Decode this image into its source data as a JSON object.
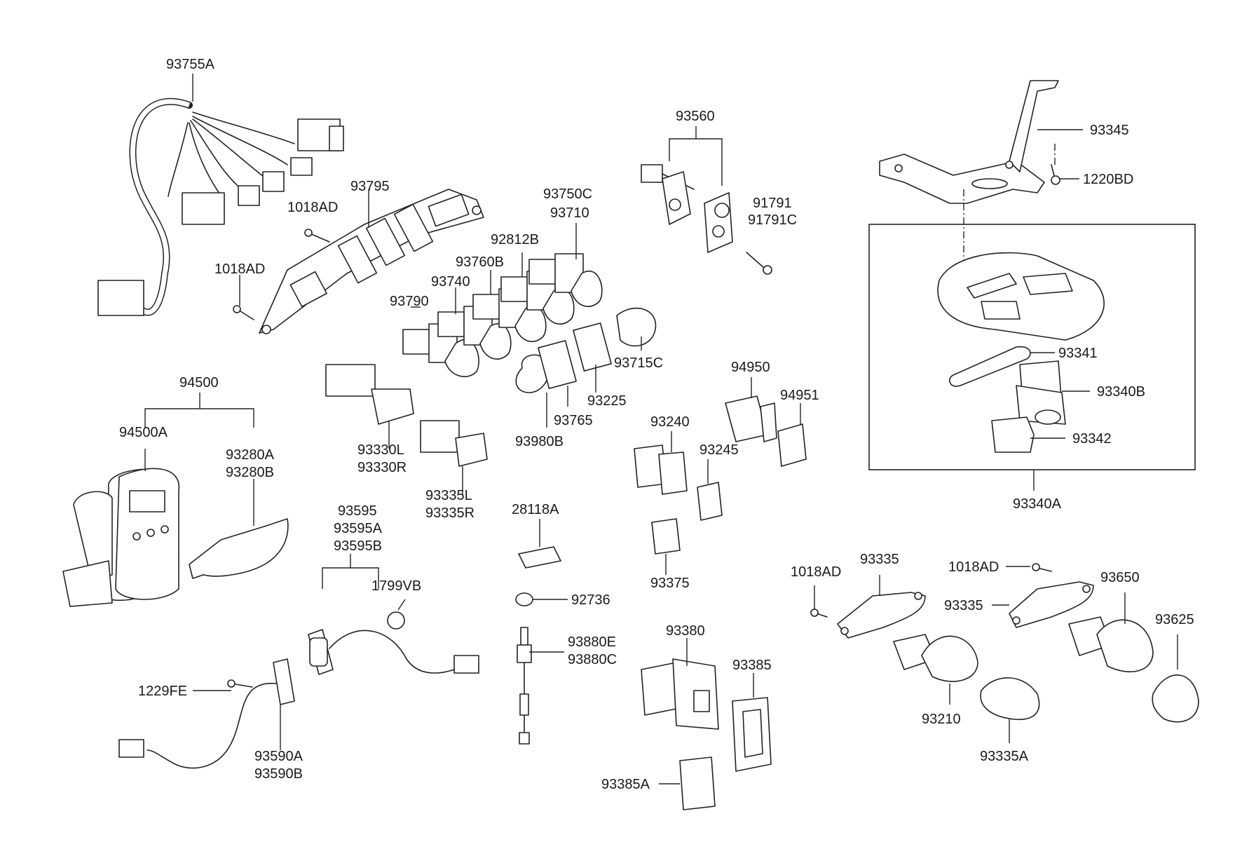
{
  "diagram": {
    "labels": {
      "l93755A": "93755A",
      "l93795": "93795",
      "l1018AD_1": "1018AD",
      "l1018AD_2": "1018AD",
      "l93750C": "93750C",
      "l93710": "93710",
      "l92812B": "92812B",
      "l93760B": "93760B",
      "l93740": "93740",
      "l93790": "93790",
      "l93715C": "93715C",
      "l93225": "93225",
      "l93765": "93765",
      "l93980B": "93980B",
      "l93330L": "93330L",
      "l93330R": "93330R",
      "l93335L": "93335L",
      "l93335R": "93335R",
      "l94500": "94500",
      "l94500A": "94500A",
      "l93280A": "93280A",
      "l93280B": "93280B",
      "l93560": "93560",
      "l91791": "91791",
      "l91791C": "91791C",
      "l93345": "93345",
      "l1220BD": "1220BD",
      "l93341": "93341",
      "l93340B": "93340B",
      "l93342": "93342",
      "l93340A": "93340A",
      "l94950": "94950",
      "l94951": "94951",
      "l93240": "93240",
      "l93245": "93245",
      "l93375": "93375",
      "l28118A": "28118A",
      "l92736": "92736",
      "l93880E": "93880E",
      "l93880C": "93880C",
      "l93595": "93595",
      "l93595A": "93595A",
      "l93595B": "93595B",
      "l1799VB": "1799VB",
      "l1229FE": "1229FE",
      "l93590A": "93590A",
      "l93590B": "93590B",
      "l93380": "93380",
      "l93385": "93385",
      "l93385A": "93385A",
      "l1018AD_3": "1018AD",
      "l93335_1": "93335",
      "l1018AD_4": "1018AD",
      "l93335_2": "93335",
      "l93650": "93650",
      "l93625": "93625",
      "l93210": "93210",
      "l93335A": "93335A"
    }
  }
}
